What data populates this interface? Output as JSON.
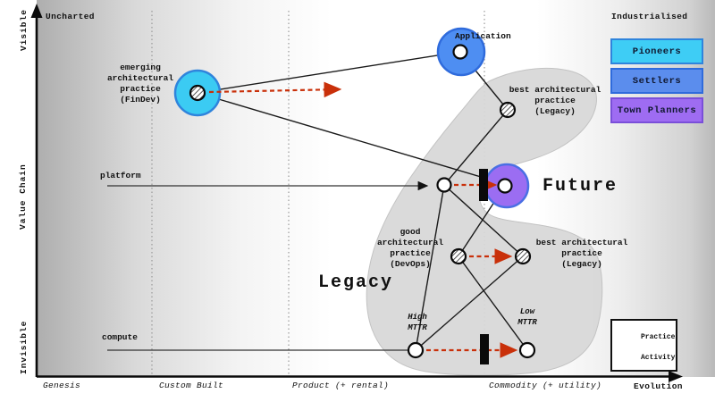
{
  "header": {
    "top_left": "Uncharted",
    "top_right": "Industrialised"
  },
  "y_axis": {
    "top": "Visible",
    "title": "Value Chain",
    "bottom": "Invisible"
  },
  "x_axis": {
    "title": "Evolution",
    "stages": [
      "Genesis",
      "Custom Built",
      "Product (+ rental)",
      "Commodity (+ utility)"
    ]
  },
  "roles_legend": [
    {
      "label": "Pioneers",
      "fill": "#3ecdf5",
      "border": "#2f84dc"
    },
    {
      "label": "Settlers",
      "fill": "#5b8ded",
      "border": "#2f6bdc"
    },
    {
      "label": "Town Planners",
      "fill": "#9e6cf2",
      "border": "#7a4fd9"
    }
  ],
  "symbol_legend": {
    "practice": "Practice",
    "activity": "Activity"
  },
  "regions": {
    "future": "Future",
    "legacy": "Legacy"
  },
  "labels": {
    "emerging": "emerging\narchitectural\npractice\n(FinDev)",
    "application": "Application",
    "best_top": "best architectural\npractice\n(Legacy)",
    "platform": "platform",
    "good": "good\narchitectural\npractice\n(DevOps)",
    "best_lower": "best architectural\npractice\n(Legacy)",
    "high_mttr": "High\nMTTR",
    "low_mttr": "Low\nMTTR",
    "compute": "compute"
  },
  "map": {
    "nodes": [
      {
        "id": "emerging-practice-findev",
        "label": "emerging architectural practice (FinDev)",
        "type": "practice",
        "halo": "pioneer-cyan"
      },
      {
        "id": "application",
        "label": "Application",
        "type": "activity",
        "halo": "settler-blue"
      },
      {
        "id": "best-practice-legacy-upper",
        "label": "best architectural practice (Legacy)",
        "type": "practice"
      },
      {
        "id": "platform",
        "label": "platform",
        "type": "activity"
      },
      {
        "id": "future-platform",
        "label": "Future",
        "type": "activity",
        "halo": "town-planner-purple"
      },
      {
        "id": "good-practice-devops",
        "label": "good architectural practice (DevOps)",
        "type": "practice"
      },
      {
        "id": "best-practice-legacy-lower",
        "label": "best architectural practice (Legacy)",
        "type": "practice"
      },
      {
        "id": "compute-high-mttr",
        "label": "High MTTR",
        "type": "activity"
      },
      {
        "id": "compute-low-mttr",
        "label": "Low MTTR",
        "type": "activity"
      }
    ],
    "edges": [
      {
        "from": "emerging-practice-findev",
        "to": "application"
      },
      {
        "from": "emerging-practice-findev",
        "to": "future-platform"
      },
      {
        "from": "application",
        "to": "best-practice-legacy-upper"
      },
      {
        "from": "best-practice-legacy-upper",
        "to": "platform"
      },
      {
        "from": "platform",
        "to": "best-practice-legacy-lower"
      },
      {
        "from": "future-platform",
        "to": "good-practice-devops"
      },
      {
        "from": "platform",
        "to": "compute-high-mttr"
      },
      {
        "from": "good-practice-devops",
        "to": "compute-low-mttr"
      },
      {
        "from": "best-practice-legacy-lower",
        "to": "compute-high-mttr"
      },
      {
        "from": "platform-chain-line",
        "to": "platform"
      },
      {
        "from": "compute-chain-line",
        "to": "compute-high-mttr"
      }
    ],
    "movements": [
      {
        "from": "emerging-practice-findev",
        "direction": "right",
        "inertia": false
      },
      {
        "from": "platform",
        "to": "future-platform",
        "inertia": true
      },
      {
        "from": "good-practice-devops",
        "to": "best-practice-legacy-lower",
        "inertia": false
      },
      {
        "from": "compute-high-mttr",
        "to": "compute-low-mttr",
        "inertia": true
      }
    ]
  },
  "colors": {
    "movement_red": "#c9300a",
    "pioneer_cyan": "#3bcbf3",
    "settler_blue": "#4e8ef2",
    "town_planner_purple": "#9b6df2",
    "halo_border_blue": "#2f6bdc",
    "blob_gray": "#d7d7d7",
    "line_black": "#1a1a1a"
  }
}
